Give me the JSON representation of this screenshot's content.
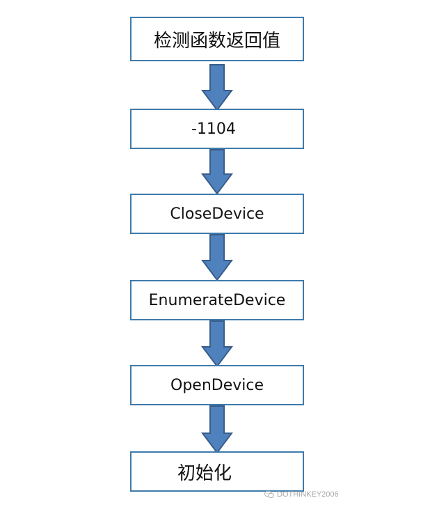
{
  "diagram": {
    "steps": [
      {
        "label": "检测函数返回值"
      },
      {
        "label": "-1104"
      },
      {
        "label": "CloseDevice"
      },
      {
        "label": "EnumerateDevice"
      },
      {
        "label": "OpenDevice"
      },
      {
        "label": "初始化"
      }
    ],
    "colors": {
      "box_border": "#3f7bab",
      "arrow_fill": "#4f81bd",
      "arrow_stroke": "#385d8a"
    }
  },
  "watermark": {
    "text": "DOTHINKEY2006",
    "icon": "wechat-icon"
  }
}
